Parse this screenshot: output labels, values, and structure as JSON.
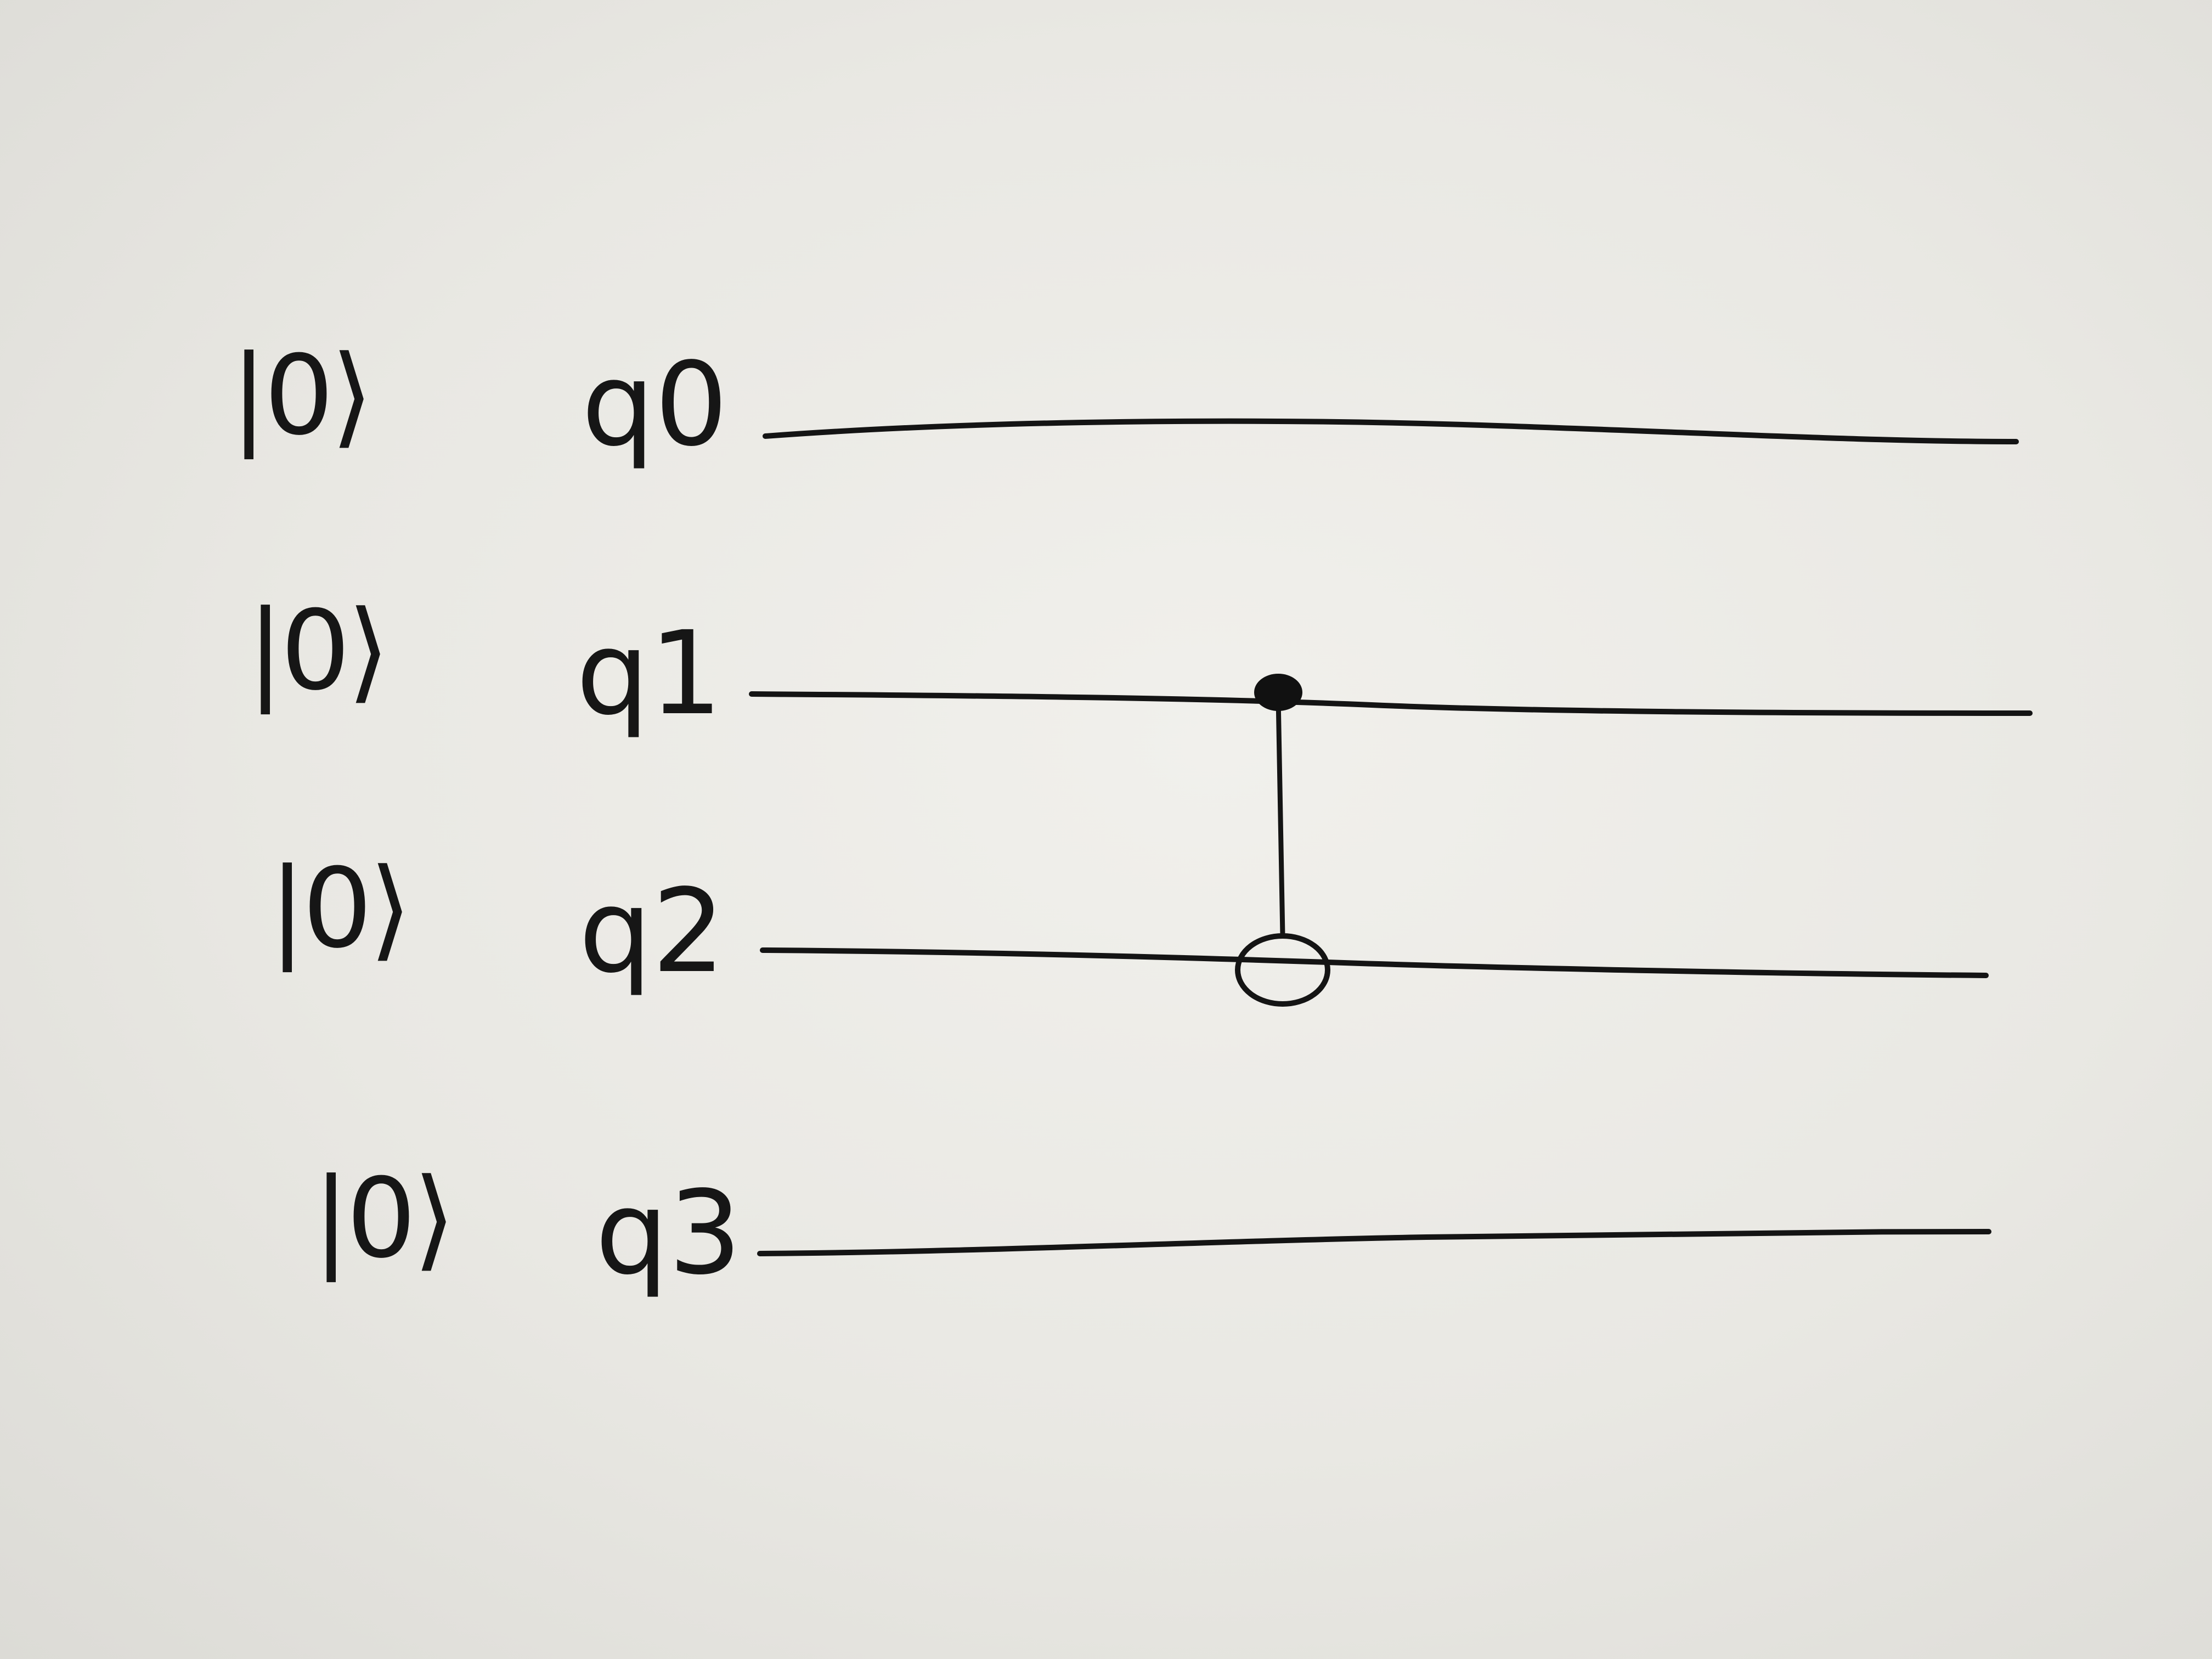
{
  "diagram": {
    "type": "quantum-circuit",
    "medium": "handwritten ink on paper",
    "qubits": [
      {
        "state": "|0⟩",
        "name": "q0"
      },
      {
        "state": "|0⟩",
        "name": "q1"
      },
      {
        "state": "|0⟩",
        "name": "q2"
      },
      {
        "state": "|0⟩",
        "name": "q3"
      }
    ],
    "gates": [
      {
        "type": "CNOT",
        "control": "q1",
        "target": "q2"
      }
    ],
    "ink_color": "#141414",
    "paper_color": "#ecebe6"
  }
}
